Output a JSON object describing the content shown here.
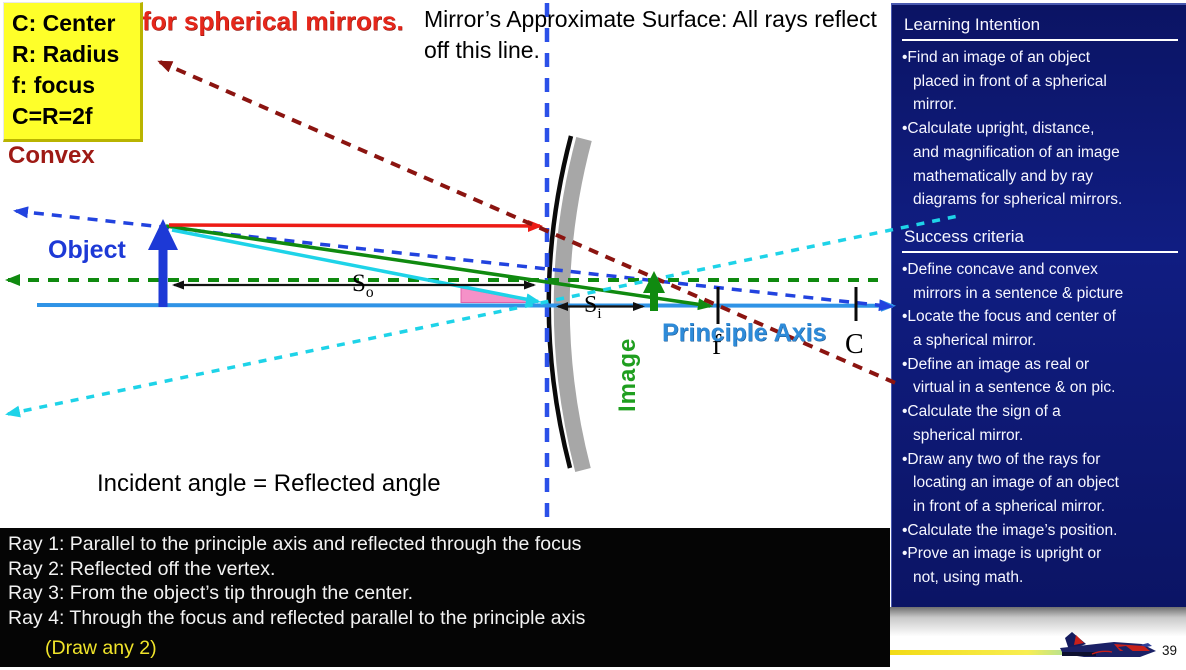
{
  "colors": {
    "object-blue": "#1d39d6",
    "axis-blue": "#2f93e6",
    "ray3-blue": "#2243df",
    "vertical-blue": "#2b50e8",
    "green": "#108a10",
    "green-text": "#1f9e1f",
    "cyan": "#1ed3e8",
    "red": "#ed1c16",
    "dark-red": "#8b1410",
    "pink": "#f591c8",
    "axis-label-blue": "#2e8bd9",
    "sidebar-navy": "#101d82",
    "sidebar-navy-dark": "#0b1464",
    "bar-black": "#050505",
    "yellow-box": "#feff2a",
    "heading-red": "#e5271b",
    "convex-red": "#9e1a15",
    "mirror-gray": "#a7a7a7",
    "note-yellow": "#f0e42a"
  },
  "legend": {
    "lines": [
      "C: Center",
      "R: Radius",
      "f: focus",
      "C=R=2f"
    ]
  },
  "heading_red": "for spherical mirrors.",
  "mirror_type": "Convex",
  "surface_note": "Mirror’s  Approximate Surface: All rays reflect off this line.",
  "angle_note": "Incident angle = Reflected angle",
  "diagram": {
    "object_label": "Object",
    "image_label": "Image",
    "axis_label": "Principle Axis",
    "so": {
      "base": "S",
      "sub": "o"
    },
    "si": {
      "base": "S",
      "sub": "i"
    },
    "focus_label": "f",
    "center_label": "C"
  },
  "sidebar": {
    "bullet": "•",
    "learning": {
      "title": "Learning Intention",
      "items": [
        [
          "Find an image of an object",
          "placed in front of a spherical",
          "mirror."
        ],
        [
          "Calculate upright, distance,",
          "and magnification of an image",
          "mathematically and by ray",
          "diagrams for spherical mirrors."
        ]
      ]
    },
    "success": {
      "title": "Success criteria",
      "items": [
        [
          "Define concave and convex",
          "mirrors in a sentence & picture"
        ],
        [
          "Locate the focus and center of",
          "a spherical mirror."
        ],
        [
          "Define an image as real or",
          "virtual in a sentence & on pic."
        ],
        [
          "Calculate the sign of a",
          "spherical mirror."
        ],
        [
          "Draw any two of the rays for",
          "locating an image of an object",
          "in front of a spherical mirror."
        ],
        [
          "Calculate the image’s position."
        ],
        [
          "Prove an image is upright or",
          "not, using math."
        ]
      ]
    }
  },
  "rays_panel": {
    "lines": [
      "Ray 1: Parallel to the principle axis and reflected through the focus",
      "Ray 2: Reflected off the vertex.",
      "Ray 3: From the object’s tip through the center.",
      "Ray 4: Through the focus and reflected parallel to the principle axis"
    ],
    "note": "(Draw any 2)"
  },
  "page_number": "39"
}
